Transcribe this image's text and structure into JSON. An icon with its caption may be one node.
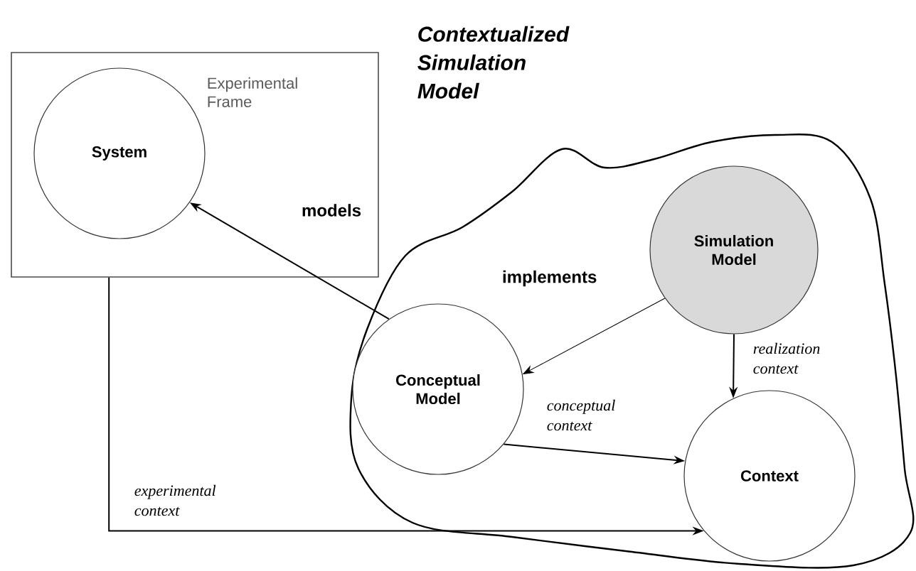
{
  "diagram": {
    "nodes": [
      {
        "text": [
          "Experimental Frame"
        ]
      },
      {
        "text": [
          "System"
        ],
        "in": 0
      },
      {
        "text": [
          "Contextualized Simulation Model"
        ]
      },
      {
        "text": [
          "Simulation Model"
        ],
        "in": 2
      },
      {
        "text": [
          "Conceptual Model"
        ],
        "in": 2
      },
      {
        "text": [
          "Context"
        ],
        "in": 2
      }
    ],
    "edges": [
      {
        "from": 4,
        "to": 1,
        "arrow": "to",
        "label": "models"
      },
      {
        "from": 3,
        "to": 4,
        "arrow": "to",
        "label": "implements"
      },
      {
        "from": 3,
        "to": 5,
        "arrow": "to",
        "label": "realization context"
      },
      {
        "from": 4,
        "to": 5,
        "arrow": "to",
        "label": "conceptual context"
      },
      {
        "from": 0,
        "to": 5,
        "arrow": "to",
        "label": "experimental context"
      }
    ]
  }
}
